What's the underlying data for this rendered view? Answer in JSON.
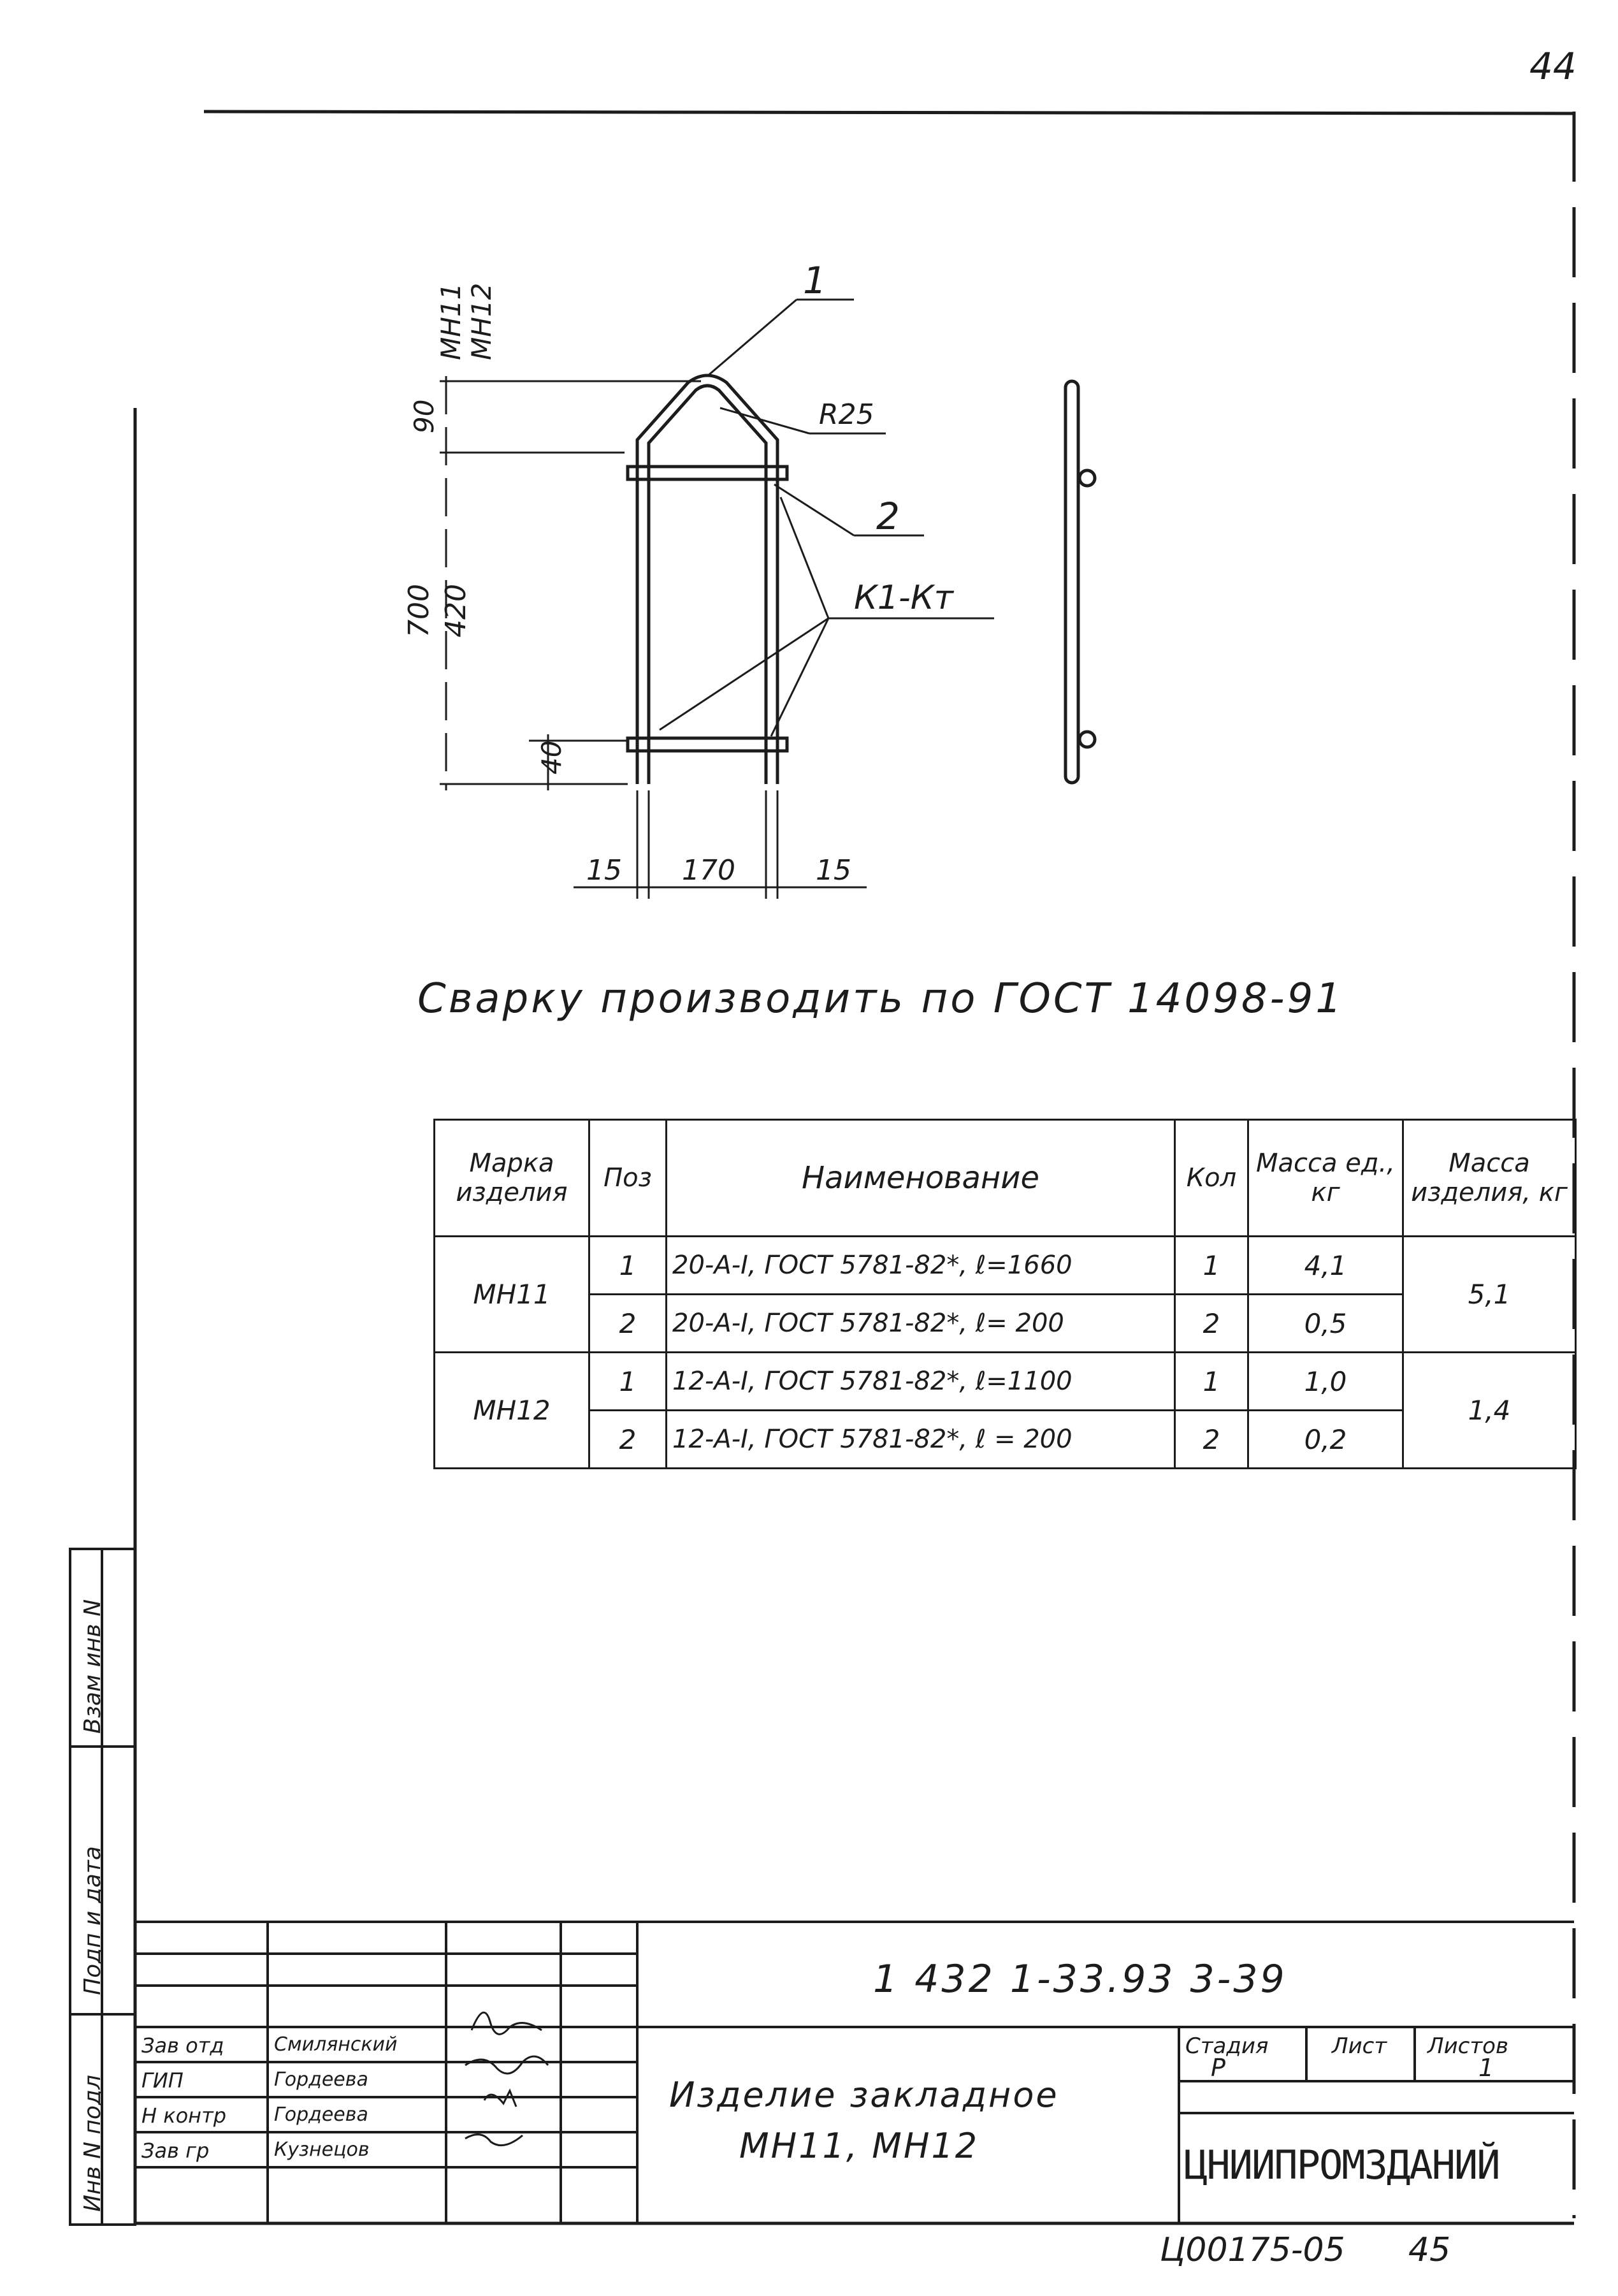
{
  "page": {
    "sheet_number": "44",
    "footer_code": "Ц00175-05",
    "footer_page": "45"
  },
  "drawing": {
    "marks_top": "МН11",
    "marks_bottom": "МН12",
    "dim_90": "90",
    "dim_700": "700",
    "dim_420": "420",
    "dim_40": "40",
    "dim_15_left": "15",
    "dim_170": "170",
    "dim_15_right": "15",
    "radius": "R25",
    "callout_1": "1",
    "callout_2": "2",
    "weld": "К1-Кт"
  },
  "note": "Сварку производить по ГОСТ 14098-91",
  "spec_table": {
    "headers": [
      "Марка изделия",
      "Поз",
      "Наименование",
      "Кол",
      "Масса ед., кг",
      "Масса изделия, кг"
    ],
    "groups": [
      {
        "mark": "МН11",
        "total_mass": "5,1",
        "rows": [
          {
            "pos": "1",
            "name": "20-А-I, ГОСТ 5781-82*, ℓ=1660",
            "qty": "1",
            "mass": "4,1"
          },
          {
            "pos": "2",
            "name": "20-А-I, ГОСТ 5781-82*, ℓ= 200",
            "qty": "2",
            "mass": "0,5"
          }
        ]
      },
      {
        "mark": "МН12",
        "total_mass": "1,4",
        "rows": [
          {
            "pos": "1",
            "name": "12-А-I, ГОСТ 5781-82*, ℓ=1100",
            "qty": "1",
            "mass": "1,0"
          },
          {
            "pos": "2",
            "name": "12-А-I, ГОСТ 5781-82*, ℓ = 200",
            "qty": "2",
            "mass": "0,2"
          }
        ]
      }
    ]
  },
  "title_block": {
    "doc_code": "1 432 1-33.93 3-39",
    "title_line1": "Изделие закладное",
    "title_line2": "МН11, МН12",
    "stage_label": "Стадия",
    "sheet_label": "Лист",
    "sheets_label": "Листов",
    "stage_value": "Р",
    "sheets_value": "1",
    "organization": "ЦНИИПРОМЗДАНИЙ",
    "roles": [
      {
        "role": "Зав отд",
        "name": "Смилянский"
      },
      {
        "role": "ГИП",
        "name": "Гордеева"
      },
      {
        "role": "Н контр",
        "name": "Гордеева"
      },
      {
        "role": "Зав гр",
        "name": "Кузнецов"
      }
    ],
    "side_labels": [
      "Инв N подл",
      "Подп и дата",
      "Взам инв N"
    ]
  }
}
